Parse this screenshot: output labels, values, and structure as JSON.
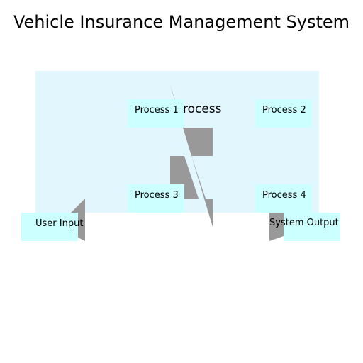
{
  "diagram": {
    "title": "Vehicle Insurance Management System",
    "process_area_label": "Process",
    "nodes": {
      "process_1": "Process 1",
      "process_2": "Process 2",
      "process_3": "Process 3",
      "process_4": "Process 4",
      "user_input": "User Input",
      "system_output": "System Output"
    }
  },
  "colors": {
    "process_area_fill": "#e2f6fd",
    "box_fill": "#ccffff",
    "connector_fill": "#999999",
    "text": "#000000"
  }
}
